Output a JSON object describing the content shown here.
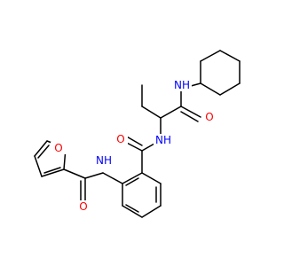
{
  "molecule": {
    "atom_labels": {
      "furan_o": "O",
      "amide1_nh": "NH",
      "amide1_o": "O",
      "amide2_o": "O",
      "amide2_nh": "NH",
      "amide3_o": "O",
      "amide3_nh": "NH"
    }
  },
  "colors": {
    "bond": "#000000",
    "oxygen": "#ff0000",
    "nitrogen": "#0000ff"
  }
}
